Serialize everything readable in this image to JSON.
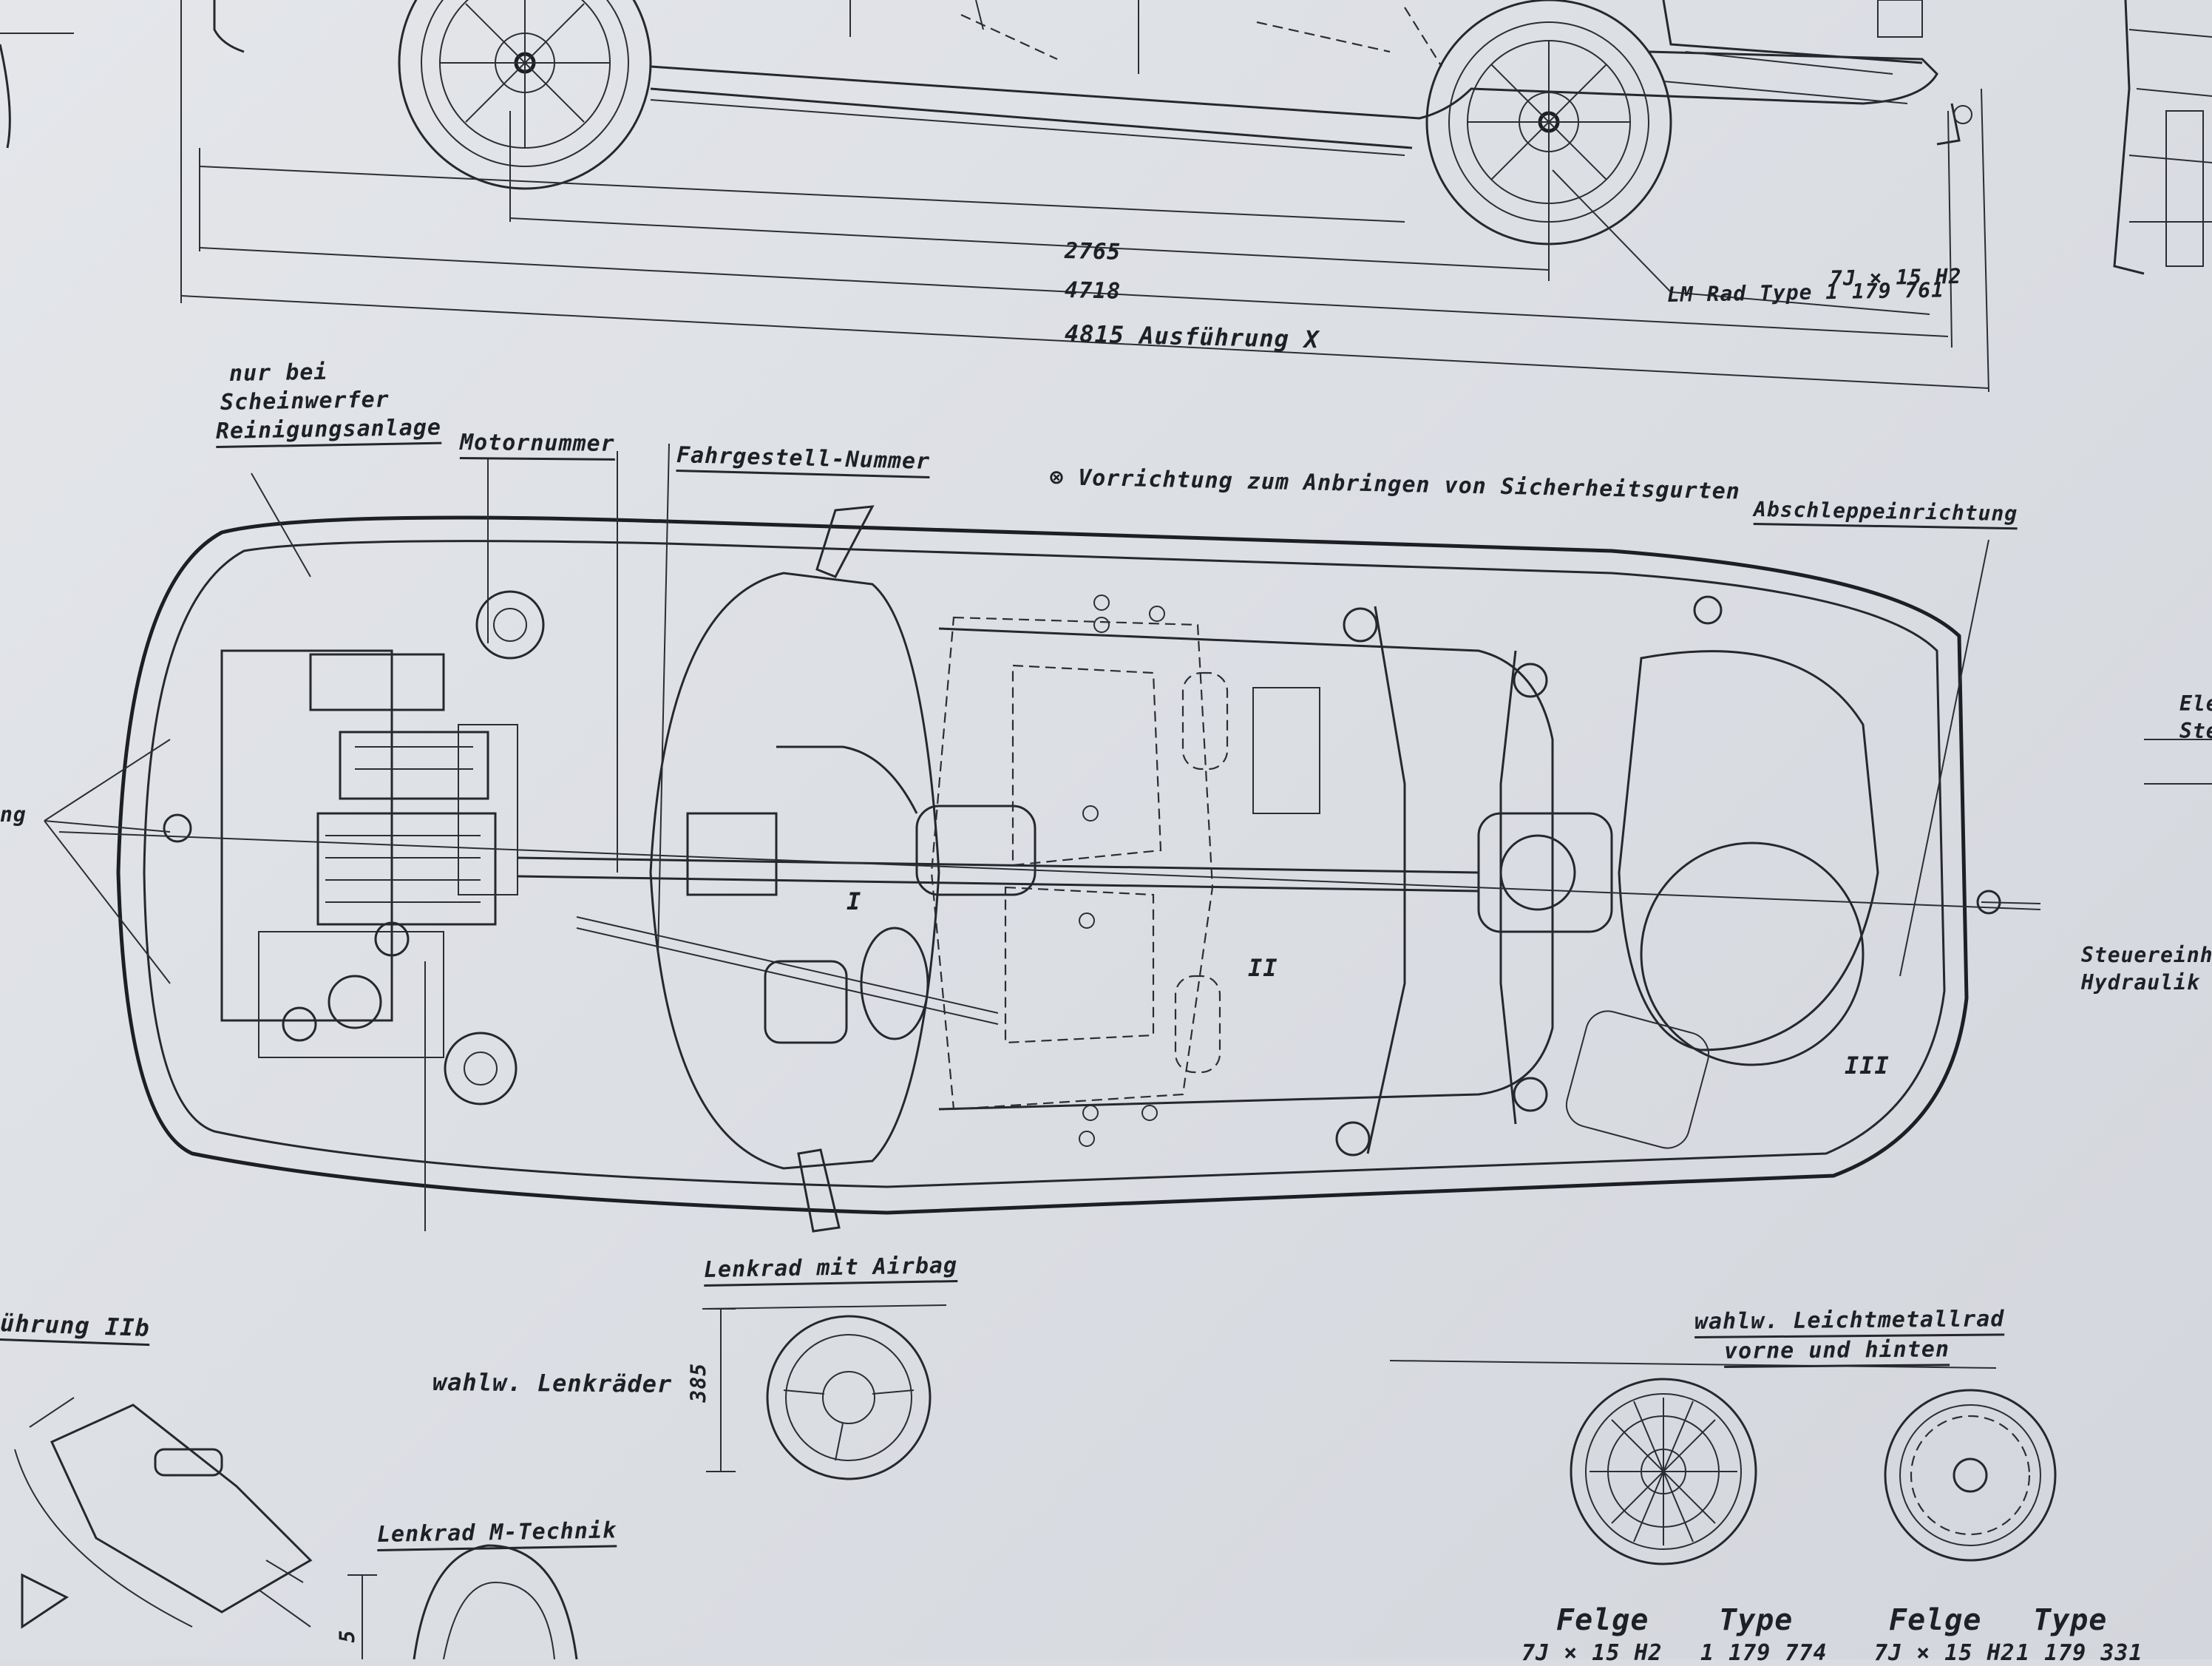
{
  "top_view": {
    "dim_wheelbase": "2765",
    "dim_length": "4718",
    "dim_length_x": "4815 Ausführung X",
    "wheel_size": "7J × 15 H2",
    "wheel_type": "LM Rad Type 1 179 761"
  },
  "plan_view": {
    "headlamp_note_line1": "nur bei",
    "headlamp_note_line2": "Scheinwerfer",
    "headlamp_note_line3": "Reinigungsanlage",
    "engine_number": "Motornummer",
    "chassis_number": "Fahrgestell-Nummer",
    "seatbelt_note": "⊗ Vorrichtung zum Anbringen von Sicherheitsgurten",
    "tow_device": "Abschleppeinrichtung",
    "left_edge_fragment": "ng",
    "zone_1": "I",
    "zone_2": "II",
    "zone_3": "III",
    "right_fragment_1a": "Ele",
    "right_fragment_1b": "Ste",
    "right_fragment_2a": "Steuereinhe",
    "right_fragment_2b": "Hydraulik"
  },
  "lower_section": {
    "variant_label": "ührung IIb",
    "optional_steering_wheels": "wahlw. Lenkräder",
    "airbag_wheel": "Lenkrad mit Airbag",
    "airbag_dim": "385",
    "m_technik_wheel": "Lenkrad M-Technik",
    "m_technik_dim": "5",
    "optional_alloy_line1": "wahlw. Leichtmetallrad",
    "optional_alloy_line2": "vorne und hinten",
    "rim_label_1": "Felge",
    "type_label_1": "Type",
    "rim_label_2": "Felge",
    "type_label_2": "Type",
    "rim_size_1": "7J × 15 H2",
    "type_number_1": "1 179 774",
    "rim_size_2": "7J × 15 H2",
    "type_number_2": "1 179 331"
  },
  "colors": {
    "paper": "#dcdfe4",
    "ink": "#1e2126"
  }
}
